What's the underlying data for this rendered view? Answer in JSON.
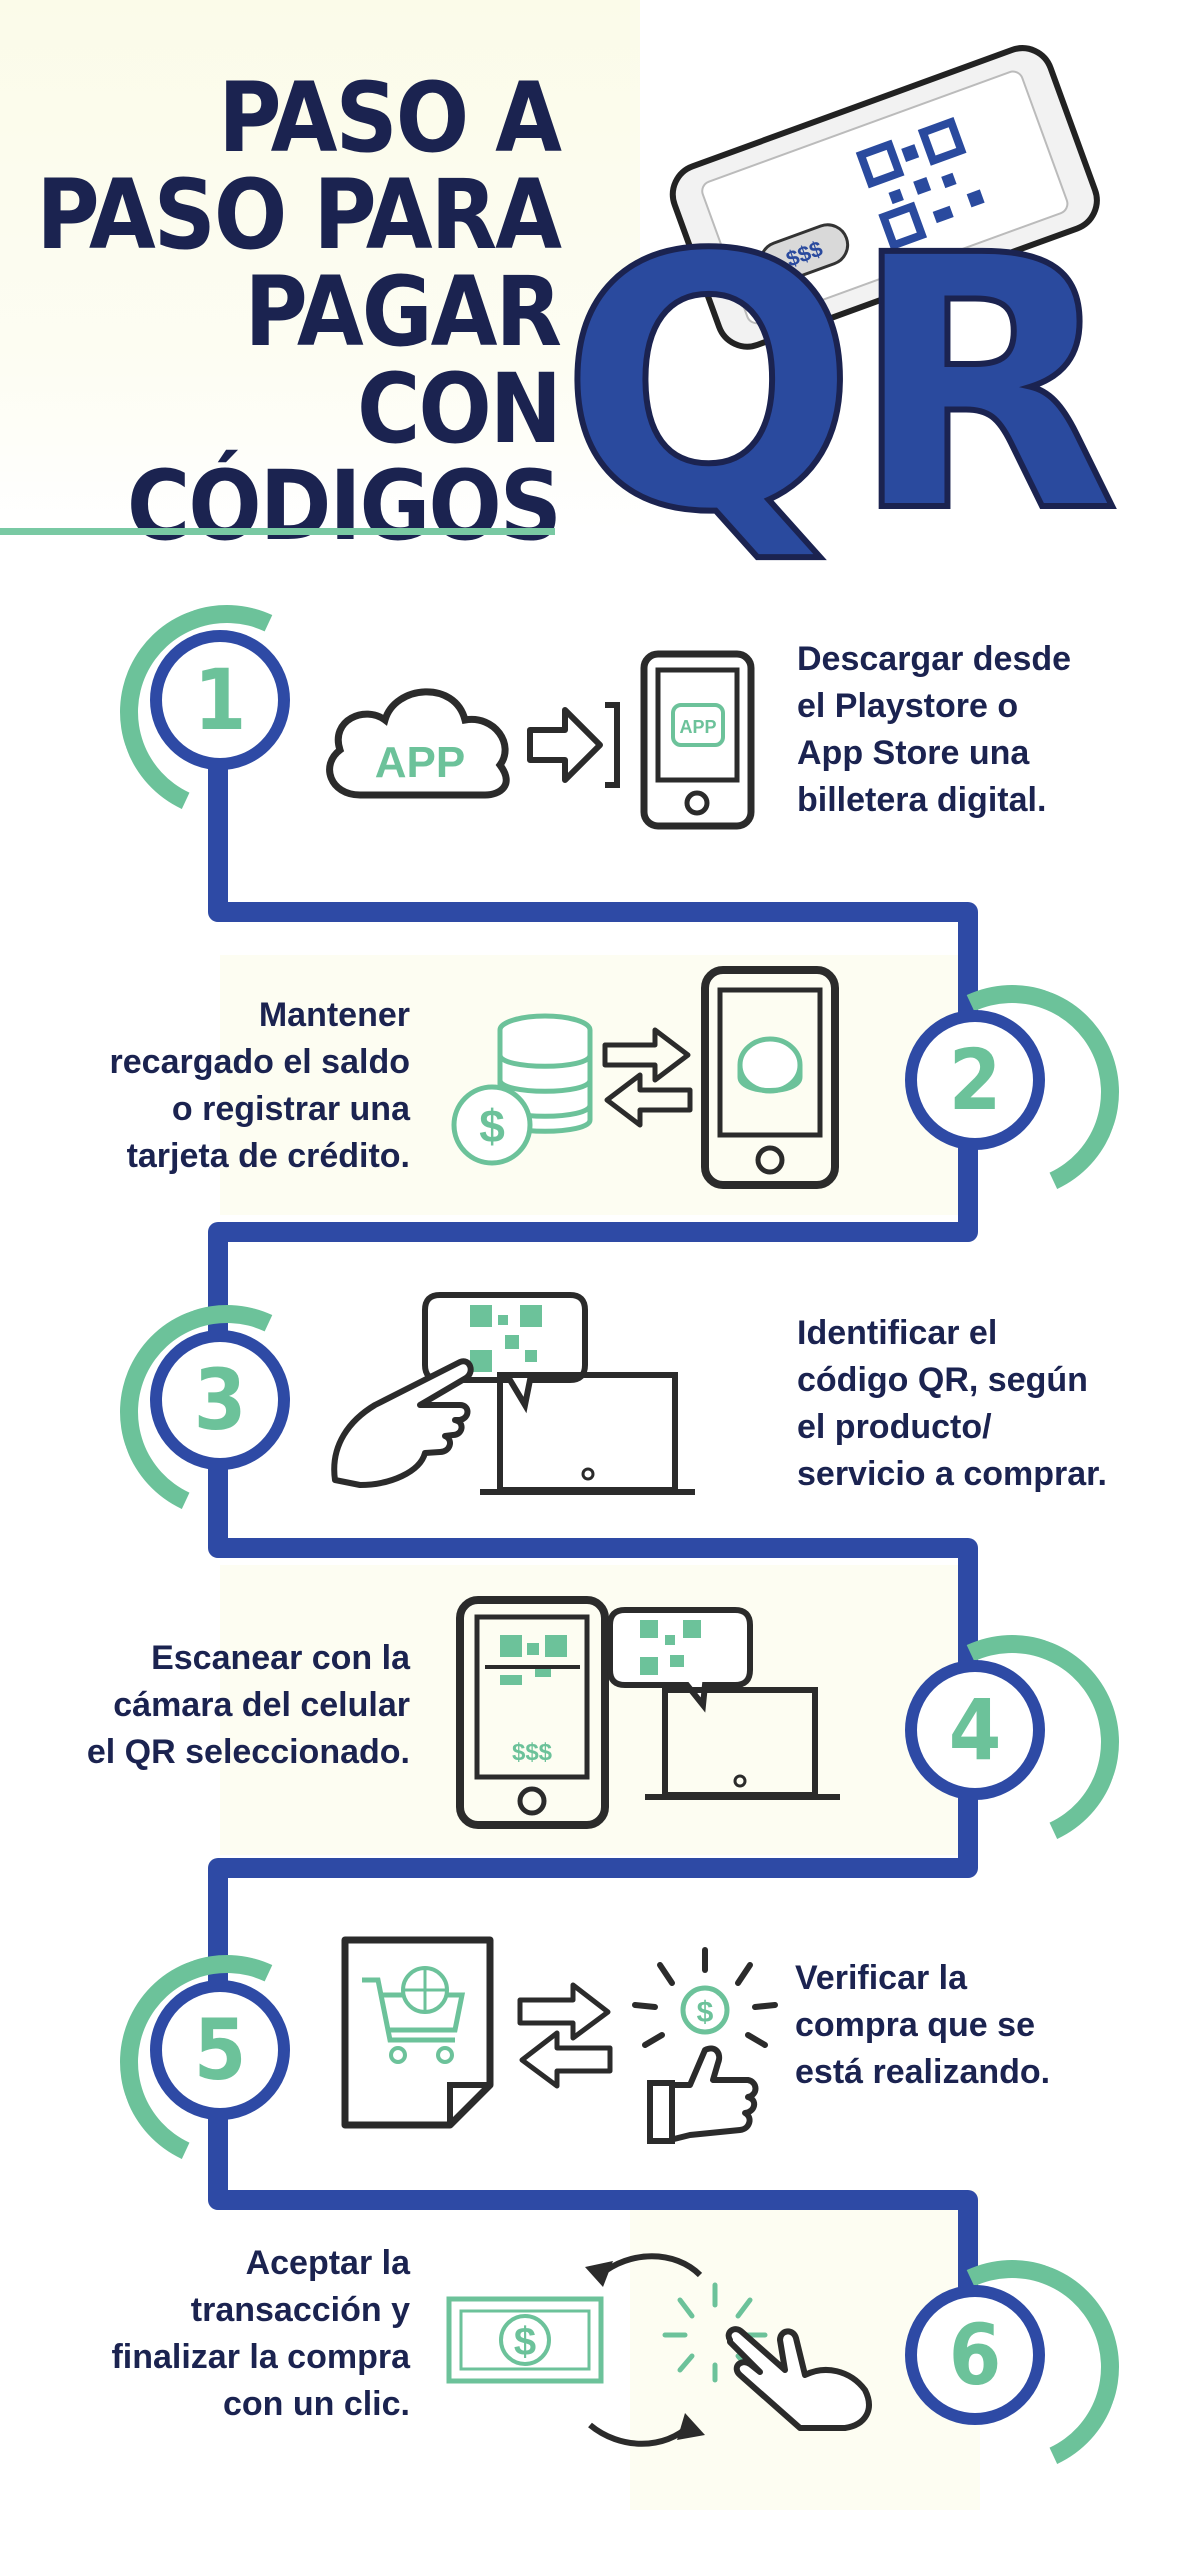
{
  "header": {
    "title_lines": [
      "PASO A",
      "PASO PARA",
      "PAGAR CON",
      "CÓDIGOS"
    ],
    "title_emphasis": "QR",
    "phone_amount": "$$$"
  },
  "steps": [
    {
      "number": "1",
      "text_lines": [
        "Descargar desde",
        "el Playstore o",
        "App Store una",
        "billetera digital."
      ],
      "icon_labels": [
        "APP",
        "APP"
      ]
    },
    {
      "number": "2",
      "text_lines": [
        "Mantener",
        "recargado el saldo",
        "o registrar una",
        "tarjeta de crédito."
      ],
      "icon_labels": [
        "$"
      ]
    },
    {
      "number": "3",
      "text_lines": [
        "Identificar el",
        "código QR, según",
        "el producto/",
        "servicio a comprar."
      ]
    },
    {
      "number": "4",
      "text_lines": [
        "Escanear con la",
        "cámara del celular",
        "el QR seleccionado."
      ],
      "icon_labels": [
        "$$$"
      ]
    },
    {
      "number": "5",
      "text_lines": [
        "Verificar la",
        "compra que se",
        "está realizando."
      ],
      "icon_labels": [
        "$"
      ]
    },
    {
      "number": "6",
      "text_lines": [
        "Aceptar la",
        "transacción y",
        "finalizar la compra",
        "con un clic."
      ],
      "icon_labels": [
        "$"
      ]
    }
  ],
  "colors": {
    "navy": "#1b2350",
    "blue": "#2e4aa5",
    "green": "#6cc29a",
    "cream": "#fdfdf2"
  }
}
